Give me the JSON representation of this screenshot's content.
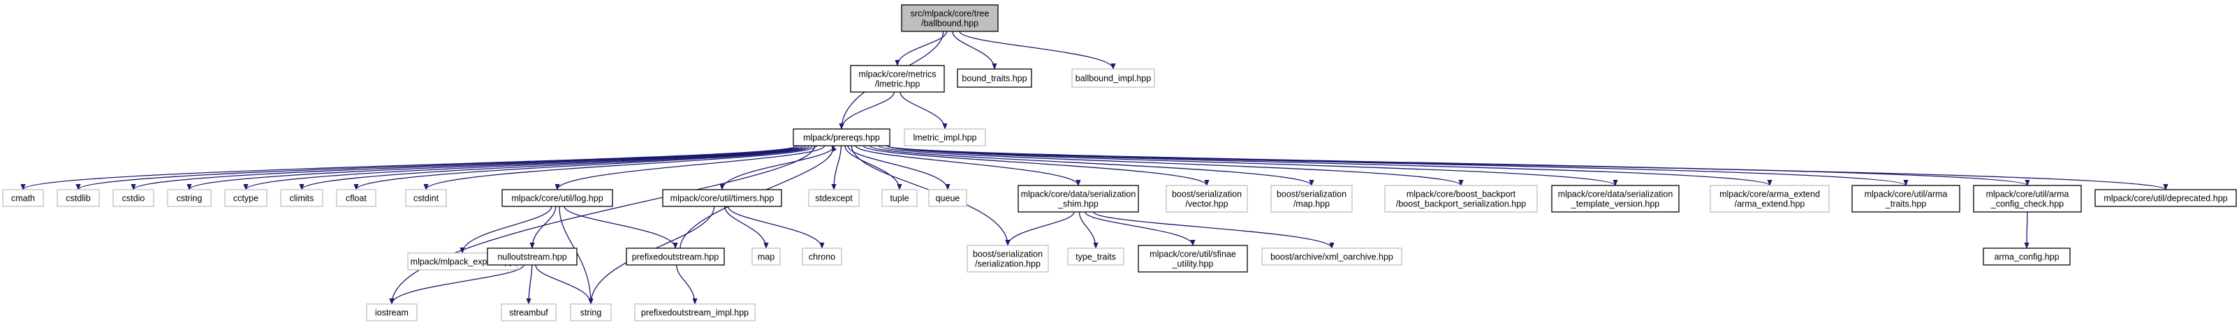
{
  "graph": {
    "nodes": [
      {
        "id": "ballbound",
        "lines": [
          "src/mlpack/core/tree",
          "/ballbound.hpp"
        ],
        "style": "main"
      },
      {
        "id": "lmetric",
        "lines": [
          "mlpack/core/metrics",
          "/lmetric.hpp"
        ],
        "style": "doc"
      },
      {
        "id": "bound_traits",
        "lines": [
          "bound_traits.hpp"
        ],
        "style": "doc"
      },
      {
        "id": "ballbound_impl",
        "lines": [
          "ballbound_impl.hpp"
        ],
        "style": "ext"
      },
      {
        "id": "prereqs",
        "lines": [
          "mlpack/prereqs.hpp"
        ],
        "style": "doc"
      },
      {
        "id": "lmetric_impl",
        "lines": [
          "lmetric_impl.hpp"
        ],
        "style": "ext"
      },
      {
        "id": "cmath",
        "lines": [
          "cmath"
        ],
        "style": "ext"
      },
      {
        "id": "cstdlib",
        "lines": [
          "cstdlib"
        ],
        "style": "ext"
      },
      {
        "id": "cstdio",
        "lines": [
          "cstdio"
        ],
        "style": "ext"
      },
      {
        "id": "cstring",
        "lines": [
          "cstring"
        ],
        "style": "ext"
      },
      {
        "id": "cctype",
        "lines": [
          "cctype"
        ],
        "style": "ext"
      },
      {
        "id": "climits",
        "lines": [
          "climits"
        ],
        "style": "ext"
      },
      {
        "id": "cfloat",
        "lines": [
          "cfloat"
        ],
        "style": "ext"
      },
      {
        "id": "cstdint",
        "lines": [
          "cstdint"
        ],
        "style": "ext"
      },
      {
        "id": "log",
        "lines": [
          "mlpack/core/util/log.hpp"
        ],
        "style": "doc"
      },
      {
        "id": "timers",
        "lines": [
          "mlpack/core/util/timers.hpp"
        ],
        "style": "doc"
      },
      {
        "id": "stdexcept",
        "lines": [
          "stdexcept"
        ],
        "style": "ext"
      },
      {
        "id": "tuple",
        "lines": [
          "tuple"
        ],
        "style": "ext"
      },
      {
        "id": "queue",
        "lines": [
          "queue"
        ],
        "style": "ext"
      },
      {
        "id": "shim",
        "lines": [
          "mlpack/core/data/serialization",
          "_shim.hpp"
        ],
        "style": "doc"
      },
      {
        "id": "boost_vector",
        "lines": [
          "boost/serialization",
          "/vector.hpp"
        ],
        "style": "ext"
      },
      {
        "id": "boost_map",
        "lines": [
          "boost/serialization",
          "/map.hpp"
        ],
        "style": "ext"
      },
      {
        "id": "boost_backport",
        "lines": [
          "mlpack/core/boost_backport",
          "/boost_backport_serialization.hpp"
        ],
        "style": "ext"
      },
      {
        "id": "template_version",
        "lines": [
          "mlpack/core/data/serialization",
          "_template_version.hpp"
        ],
        "style": "doc"
      },
      {
        "id": "arma_extend",
        "lines": [
          "mlpack/core/arma_extend",
          "/arma_extend.hpp"
        ],
        "style": "ext"
      },
      {
        "id": "arma_traits",
        "lines": [
          "mlpack/core/util/arma",
          "_traits.hpp"
        ],
        "style": "doc"
      },
      {
        "id": "arma_config_check",
        "lines": [
          "mlpack/core/util/arma",
          "_config_check.hpp"
        ],
        "style": "doc"
      },
      {
        "id": "deprecated",
        "lines": [
          "mlpack/core/util/deprecated.hpp"
        ],
        "style": "doc"
      },
      {
        "id": "mlpack_export",
        "lines": [
          "mlpack/mlpack_export.hpp"
        ],
        "style": "ext"
      },
      {
        "id": "nulloutstream",
        "lines": [
          "nulloutstream.hpp"
        ],
        "style": "doc"
      },
      {
        "id": "prefixedoutstream",
        "lines": [
          "prefixedoutstream.hpp"
        ],
        "style": "doc"
      },
      {
        "id": "map",
        "lines": [
          "map"
        ],
        "style": "ext"
      },
      {
        "id": "chrono",
        "lines": [
          "chrono"
        ],
        "style": "ext"
      },
      {
        "id": "boost_serialization",
        "lines": [
          "boost/serialization",
          "/serialization.hpp"
        ],
        "style": "ext"
      },
      {
        "id": "type_traits",
        "lines": [
          "type_traits"
        ],
        "style": "ext"
      },
      {
        "id": "sfinae",
        "lines": [
          "mlpack/core/util/sfinae",
          "_utility.hpp"
        ],
        "style": "doc"
      },
      {
        "id": "xml_oarchive",
        "lines": [
          "boost/archive/xml_oarchive.hpp"
        ],
        "style": "ext"
      },
      {
        "id": "arma_config",
        "lines": [
          "arma_config.hpp"
        ],
        "style": "doc"
      },
      {
        "id": "iostream",
        "lines": [
          "iostream"
        ],
        "style": "ext"
      },
      {
        "id": "streambuf",
        "lines": [
          "streambuf"
        ],
        "style": "ext"
      },
      {
        "id": "string",
        "lines": [
          "string"
        ],
        "style": "ext"
      },
      {
        "id": "prefixedoutstream_impl",
        "lines": [
          "prefixedoutstream_impl.hpp"
        ],
        "style": "ext"
      }
    ],
    "edges": [
      [
        "ballbound",
        "lmetric"
      ],
      [
        "ballbound",
        "bound_traits"
      ],
      [
        "ballbound",
        "ballbound_impl"
      ],
      [
        "ballbound",
        "prereqs"
      ],
      [
        "lmetric",
        "prereqs"
      ],
      [
        "lmetric",
        "lmetric_impl"
      ],
      [
        "prereqs",
        "cmath"
      ],
      [
        "prereqs",
        "cstdlib"
      ],
      [
        "prereqs",
        "cstdio"
      ],
      [
        "prereqs",
        "cstring"
      ],
      [
        "prereqs",
        "cctype"
      ],
      [
        "prereqs",
        "climits"
      ],
      [
        "prereqs",
        "cfloat"
      ],
      [
        "prereqs",
        "cstdint"
      ],
      [
        "prereqs",
        "iostream"
      ],
      [
        "prereqs",
        "log"
      ],
      [
        "prereqs",
        "timers"
      ],
      [
        "prereqs",
        "stdexcept"
      ],
      [
        "prereqs",
        "tuple"
      ],
      [
        "prereqs",
        "queue"
      ],
      [
        "prereqs",
        "boost_serialization"
      ],
      [
        "prereqs",
        "shim"
      ],
      [
        "prereqs",
        "boost_vector"
      ],
      [
        "prereqs",
        "boost_map"
      ],
      [
        "prereqs",
        "boost_backport"
      ],
      [
        "prereqs",
        "template_version"
      ],
      [
        "prereqs",
        "arma_extend"
      ],
      [
        "prereqs",
        "arma_traits"
      ],
      [
        "prereqs",
        "arma_config_check"
      ],
      [
        "prereqs",
        "deprecated"
      ],
      [
        "log",
        "mlpack_export"
      ],
      [
        "log",
        "nulloutstream"
      ],
      [
        "log",
        "prefixedoutstream"
      ],
      [
        "log",
        "string"
      ],
      [
        "timers",
        "map"
      ],
      [
        "timers",
        "chrono"
      ],
      [
        "timers",
        "string"
      ],
      [
        "shim",
        "boost_serialization"
      ],
      [
        "shim",
        "type_traits"
      ],
      [
        "shim",
        "sfinae"
      ],
      [
        "shim",
        "xml_oarchive"
      ],
      [
        "arma_config_check",
        "arma_config"
      ],
      [
        "nulloutstream",
        "iostream"
      ],
      [
        "nulloutstream",
        "streambuf"
      ],
      [
        "nulloutstream",
        "string"
      ],
      [
        "prefixedoutstream",
        "prereqs"
      ],
      [
        "prefixedoutstream",
        "prefixedoutstream_impl"
      ]
    ]
  }
}
